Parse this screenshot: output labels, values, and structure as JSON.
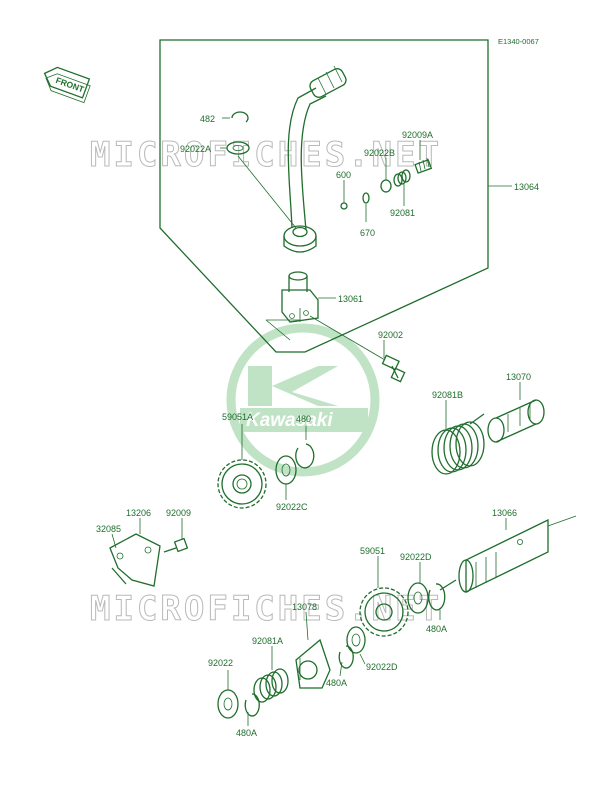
{
  "diagram_code": "E1340-0067",
  "front_tag": "FRONT",
  "watermark_text": "MICROFICHES.NET",
  "logo_text": "Kawasaki",
  "colors": {
    "line": "#1f6e2c",
    "watermark": "#b9b9b9",
    "logo": "#bfe3c4"
  },
  "parts": {
    "p482": "482",
    "p92022A": "92022A",
    "p92022B": "92022B",
    "p92009A": "92009A",
    "p600": "600",
    "p670": "670",
    "p92081": "92081",
    "p13064": "13064",
    "p13061": "13061",
    "p92002": "92002",
    "p59051A": "59051A",
    "p480": "480",
    "p92022C": "92022C",
    "p92081B": "92081B",
    "p13070": "13070",
    "p13206": "13206",
    "p92009": "92009",
    "p32085": "32085",
    "p13066": "13066",
    "p59051": "59051",
    "p92022D_top": "92022D",
    "p480A_right": "480A",
    "p13078": "13078",
    "p92081A": "92081A",
    "p92022": "92022",
    "p92022D_bottom": "92022D",
    "p480A_mid": "480A",
    "p480A_bottom": "480A"
  }
}
